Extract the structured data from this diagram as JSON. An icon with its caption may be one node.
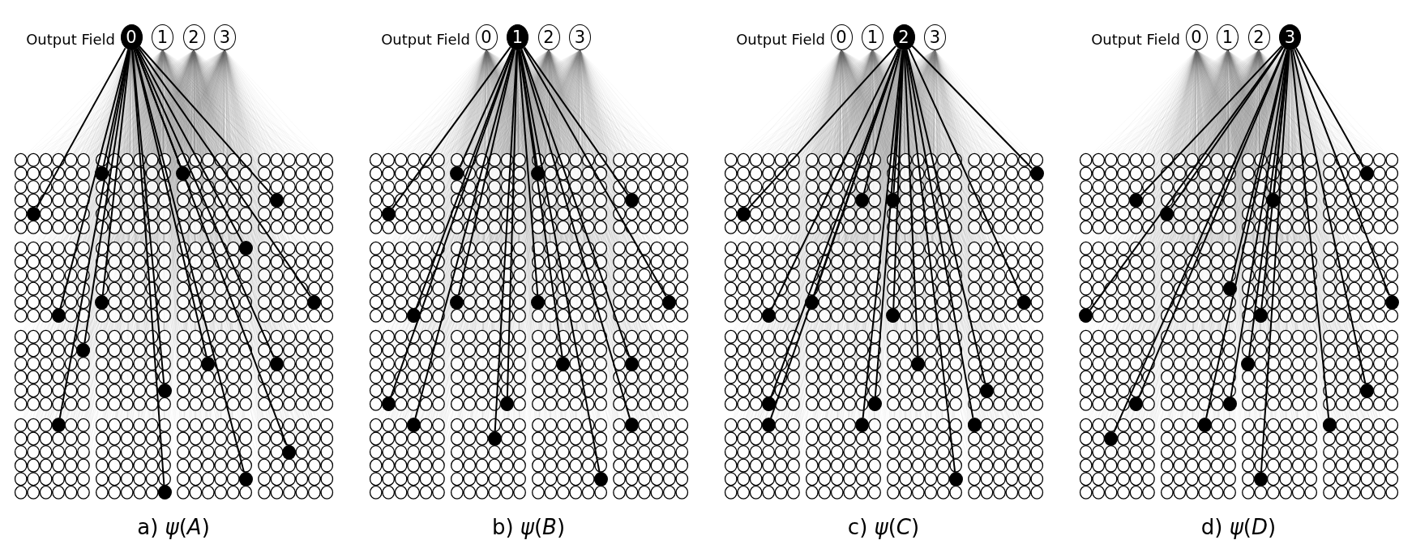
{
  "diagram": {
    "nodes": [
      {
        "text": [
          "0"
        ]
      },
      {
        "text": [
          "1"
        ]
      },
      {
        "text": [
          "2"
        ]
      },
      {
        "text": [
          "3"
        ]
      },
      {
        "text": [],
        "shape": "circle"
      },
      {
        "text": [],
        "shape": "circle"
      },
      {
        "text": [],
        "shape": "circle"
      },
      {
        "text": [],
        "shape": "circle"
      },
      {
        "text": [],
        "shape": "circle"
      },
      {
        "text": [],
        "shape": "circle"
      },
      {
        "text": [],
        "shape": "circle"
      },
      {
        "text": [],
        "shape": "circle"
      },
      {
        "text": [],
        "shape": "circle"
      },
      {
        "text": [],
        "shape": "circle"
      },
      {
        "text": [],
        "shape": "circle"
      },
      {
        "text": [],
        "shape": "circle"
      },
      {
        "text": [],
        "shape": "circle"
      },
      {
        "text": [],
        "shape": "circle"
      },
      {
        "text": [],
        "shape": "circle"
      },
      {
        "text": [],
        "shape": "circle"
      },
      {
        "text": [
          "0"
        ]
      },
      {
        "text": [
          "1"
        ]
      },
      {
        "text": [
          "2"
        ]
      },
      {
        "text": [
          "3"
        ]
      },
      {
        "text": [],
        "shape": "circle"
      },
      {
        "text": [],
        "shape": "circle"
      },
      {
        "text": [],
        "shape": "circle"
      },
      {
        "text": [],
        "shape": "circle"
      },
      {
        "text": [],
        "shape": "circle"
      },
      {
        "text": [],
        "shape": "circle"
      },
      {
        "text": [],
        "shape": "circle"
      },
      {
        "text": [],
        "shape": "circle"
      },
      {
        "text": [],
        "shape": "circle"
      },
      {
        "text": [],
        "shape": "circle"
      },
      {
        "text": [],
        "shape": "circle"
      },
      {
        "text": [],
        "shape": "circle"
      },
      {
        "text": [],
        "shape": "circle"
      },
      {
        "text": [],
        "shape": "circle"
      },
      {
        "text": [],
        "shape": "circle"
      },
      {
        "text": [],
        "shape": "circle"
      },
      {
        "text": [
          "0"
        ]
      },
      {
        "text": [
          "1"
        ]
      },
      {
        "text": [
          "2"
        ]
      },
      {
        "text": [
          "3"
        ]
      },
      {
        "text": [],
        "shape": "circle"
      },
      {
        "text": [],
        "shape": "circle"
      },
      {
        "text": [],
        "shape": "circle"
      },
      {
        "text": [],
        "shape": "circle"
      },
      {
        "text": [],
        "shape": "circle"
      },
      {
        "text": [],
        "shape": "circle"
      },
      {
        "text": [],
        "shape": "circle"
      },
      {
        "text": [],
        "shape": "circle"
      },
      {
        "text": [],
        "shape": "circle"
      },
      {
        "text": [],
        "shape": "circle"
      },
      {
        "text": [],
        "shape": "circle"
      },
      {
        "text": [],
        "shape": "circle"
      },
      {
        "text": [],
        "shape": "circle"
      },
      {
        "text": [],
        "shape": "circle"
      },
      {
        "text": [],
        "shape": "circle"
      },
      {
        "text": [],
        "shape": "circle"
      },
      {
        "text": [
          "0"
        ]
      },
      {
        "text": [
          "1"
        ]
      },
      {
        "text": [
          "2"
        ]
      },
      {
        "text": [
          "3"
        ]
      },
      {
        "text": [],
        "shape": "circle"
      },
      {
        "text": [],
        "shape": "circle"
      },
      {
        "text": [],
        "shape": "circle"
      },
      {
        "text": [],
        "shape": "circle"
      },
      {
        "text": [],
        "shape": "circle"
      },
      {
        "text": [],
        "shape": "circle"
      },
      {
        "text": [],
        "shape": "circle"
      },
      {
        "text": [],
        "shape": "circle"
      },
      {
        "text": [],
        "shape": "circle"
      },
      {
        "text": [],
        "shape": "circle"
      },
      {
        "text": [],
        "shape": "circle"
      },
      {
        "text": [],
        "shape": "circle"
      },
      {
        "text": [],
        "shape": "circle"
      },
      {
        "text": [],
        "shape": "circle"
      },
      {
        "text": [],
        "shape": "circle"
      },
      {
        "text": [],
        "shape": "circle"
      }
    ],
    "edges": [
      {
        "from": 0,
        "to": 4,
        "arrow": "none"
      },
      {
        "from": 0,
        "to": 5,
        "arrow": "none"
      },
      {
        "from": 0,
        "to": 6,
        "arrow": "none"
      },
      {
        "from": 0,
        "to": 7,
        "arrow": "none"
      },
      {
        "from": 0,
        "to": 8,
        "arrow": "none"
      },
      {
        "from": 0,
        "to": 9,
        "arrow": "none"
      },
      {
        "from": 0,
        "to": 10,
        "arrow": "none"
      },
      {
        "from": 0,
        "to": 11,
        "arrow": "none"
      },
      {
        "from": 0,
        "to": 12,
        "arrow": "none"
      },
      {
        "from": 0,
        "to": 13,
        "arrow": "none"
      },
      {
        "from": 0,
        "to": 14,
        "arrow": "none"
      },
      {
        "from": 0,
        "to": 15,
        "arrow": "none"
      },
      {
        "from": 0,
        "to": 16,
        "arrow": "none"
      },
      {
        "from": 0,
        "to": 17,
        "arrow": "none"
      },
      {
        "from": 0,
        "to": 18,
        "arrow": "none"
      },
      {
        "from": 0,
        "to": 19,
        "arrow": "none"
      },
      {
        "from": 21,
        "to": 24,
        "arrow": "none"
      },
      {
        "from": 21,
        "to": 25,
        "arrow": "none"
      },
      {
        "from": 21,
        "to": 26,
        "arrow": "none"
      },
      {
        "from": 21,
        "to": 27,
        "arrow": "none"
      },
      {
        "from": 21,
        "to": 28,
        "arrow": "none"
      },
      {
        "from": 21,
        "to": 29,
        "arrow": "none"
      },
      {
        "from": 21,
        "to": 30,
        "arrow": "none"
      },
      {
        "from": 21,
        "to": 31,
        "arrow": "none"
      },
      {
        "from": 21,
        "to": 32,
        "arrow": "none"
      },
      {
        "from": 21,
        "to": 33,
        "arrow": "none"
      },
      {
        "from": 21,
        "to": 34,
        "arrow": "none"
      },
      {
        "from": 21,
        "to": 35,
        "arrow": "none"
      },
      {
        "from": 21,
        "to": 36,
        "arrow": "none"
      },
      {
        "from": 21,
        "to": 37,
        "arrow": "none"
      },
      {
        "from": 21,
        "to": 38,
        "arrow": "none"
      },
      {
        "from": 21,
        "to": 39,
        "arrow": "none"
      },
      {
        "from": 42,
        "to": 44,
        "arrow": "none"
      },
      {
        "from": 42,
        "to": 45,
        "arrow": "none"
      },
      {
        "from": 42,
        "to": 46,
        "arrow": "none"
      },
      {
        "from": 42,
        "to": 47,
        "arrow": "none"
      },
      {
        "from": 42,
        "to": 48,
        "arrow": "none"
      },
      {
        "from": 42,
        "to": 49,
        "arrow": "none"
      },
      {
        "from": 42,
        "to": 50,
        "arrow": "none"
      },
      {
        "from": 42,
        "to": 51,
        "arrow": "none"
      },
      {
        "from": 42,
        "to": 52,
        "arrow": "none"
      },
      {
        "from": 42,
        "to": 53,
        "arrow": "none"
      },
      {
        "from": 42,
        "to": 54,
        "arrow": "none"
      },
      {
        "from": 42,
        "to": 55,
        "arrow": "none"
      },
      {
        "from": 42,
        "to": 56,
        "arrow": "none"
      },
      {
        "from": 42,
        "to": 57,
        "arrow": "none"
      },
      {
        "from": 42,
        "to": 58,
        "arrow": "none"
      },
      {
        "from": 42,
        "to": 59,
        "arrow": "none"
      },
      {
        "from": 63,
        "to": 64,
        "arrow": "none"
      },
      {
        "from": 63,
        "to": 65,
        "arrow": "none"
      },
      {
        "from": 63,
        "to": 66,
        "arrow": "none"
      },
      {
        "from": 63,
        "to": 67,
        "arrow": "none"
      },
      {
        "from": 63,
        "to": 68,
        "arrow": "none"
      },
      {
        "from": 63,
        "to": 69,
        "arrow": "none"
      },
      {
        "from": 63,
        "to": 70,
        "arrow": "none"
      },
      {
        "from": 63,
        "to": 71,
        "arrow": "none"
      },
      {
        "from": 63,
        "to": 72,
        "arrow": "none"
      },
      {
        "from": 63,
        "to": 73,
        "arrow": "none"
      },
      {
        "from": 63,
        "to": 74,
        "arrow": "none"
      },
      {
        "from": 63,
        "to": 75,
        "arrow": "none"
      },
      {
        "from": 63,
        "to": 76,
        "arrow": "none"
      },
      {
        "from": 63,
        "to": 77,
        "arrow": "none"
      },
      {
        "from": 63,
        "to": 78,
        "arrow": "none"
      },
      {
        "from": 63,
        "to": 79,
        "arrow": "none"
      }
    ],
    "labels": [
      "Output Field",
      "Output Field",
      "Output Field",
      "Output Field",
      "a) *ψ*(*A*)",
      "b) *ψ*(*B*)",
      "c) *ψ*(*C*)",
      "d) *ψ*(*D*)"
    ]
  }
}
